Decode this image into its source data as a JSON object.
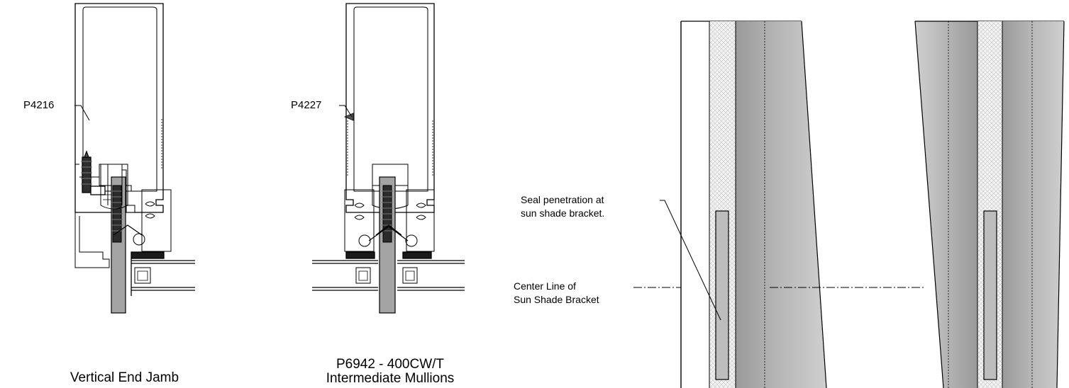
{
  "labels": {
    "p4216": "P4216",
    "p4227": "P4227",
    "seal_line1": "Seal penetration at",
    "seal_line2": "sun shade bracket.",
    "center_line1": "Center Line of",
    "center_line2": "Sun Shade Bracket"
  },
  "captions": {
    "end_jamb": "Vertical End Jamb",
    "mullion_line1": "P6942 - 400CW/T",
    "mullion_line2": "Intermediate Mullions"
  },
  "colors": {
    "line": "#000000",
    "glass": "#a4a4a4",
    "fin": "#b3b3b3",
    "fin_dark": "#8e8e8e",
    "bolt": "#333333",
    "insulation": "#e6e6e6"
  }
}
